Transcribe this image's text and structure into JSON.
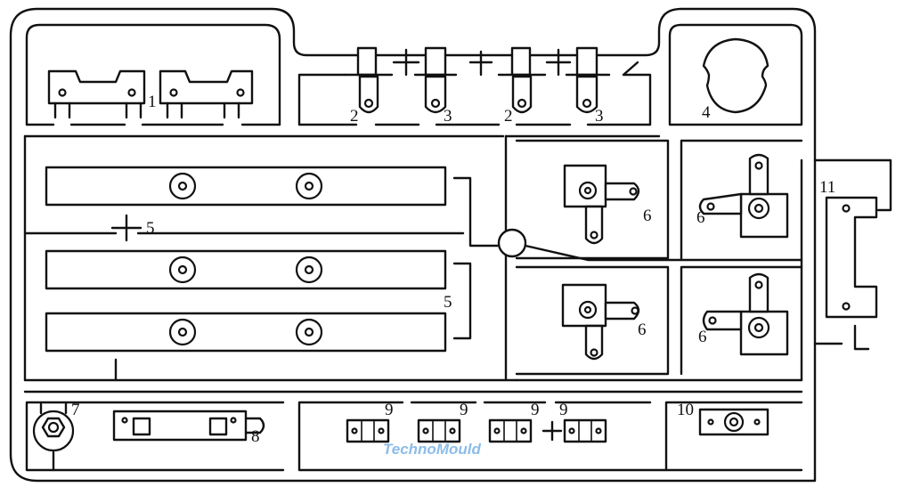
{
  "part_labels": {
    "p1": "1",
    "p2a": "2",
    "p3a": "3",
    "p2b": "2",
    "p3b": "3",
    "p4": "4",
    "p5a": "5",
    "p5b": "5",
    "p6a": "6",
    "p6b": "6",
    "p6c": "6",
    "p6d": "6",
    "p7": "7",
    "p8": "8",
    "p9a": "9",
    "p9b": "9",
    "p9c": "9",
    "p9d": "9",
    "p10": "10",
    "p11": "11"
  },
  "watermark": "TechnoMould"
}
